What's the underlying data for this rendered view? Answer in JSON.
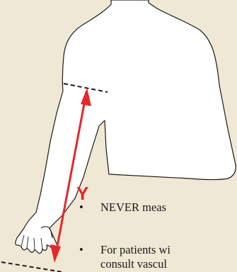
{
  "diagram": {
    "measure_label": "Y",
    "colors": {
      "background": "#efe8d4",
      "figure_fill": "#ffffff",
      "figure_stroke": "#1a1a1a",
      "arrow": "#e8262a"
    }
  },
  "notes": {
    "items": [
      {
        "bullet": "•",
        "text": "NEVER meas"
      },
      {
        "bullet": "•",
        "text": "For patients wi"
      },
      {
        "bullet": "",
        "text": "consult vascul"
      }
    ]
  }
}
